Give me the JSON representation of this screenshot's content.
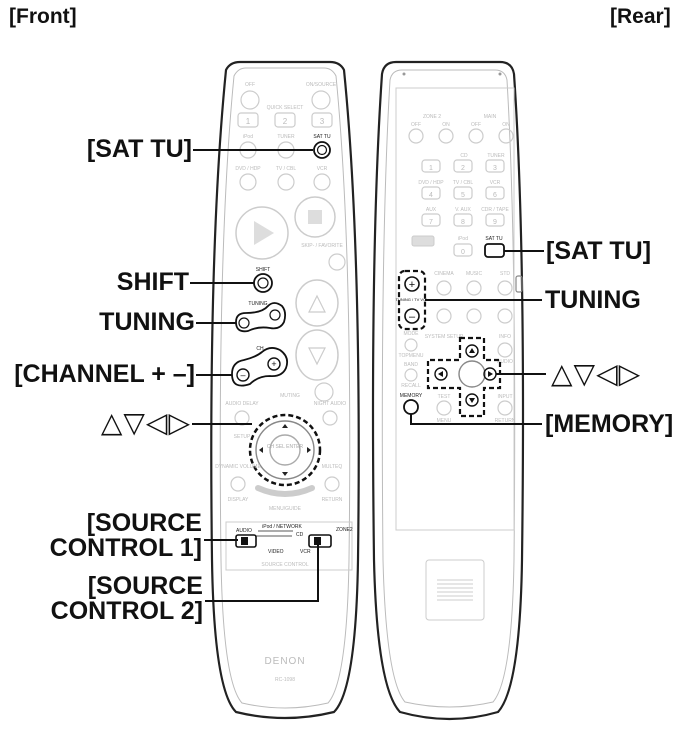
{
  "headers": {
    "front": "[Front]",
    "rear": "[Rear]"
  },
  "front_callouts": {
    "sat_tu": "[SAT TU]",
    "shift": "SHIFT",
    "tuning": "TUNING",
    "channel": "[CHANNEL + –]",
    "arrows": "△▽◁▷",
    "source1_line1": "[SOURCE",
    "source1_line2": "CONTROL 1]",
    "source2_line1": "[SOURCE",
    "source2_line2": "CONTROL 2]"
  },
  "rear_callouts": {
    "sat_tu": "[SAT TU]",
    "tuning": "TUNING",
    "arrows": "△▽◁▷",
    "memory": "[MEMORY]"
  },
  "remote_front_text": {
    "off": "OFF",
    "on_source": "ON/SOURCE",
    "quick_select": "QUICK SELECT",
    "ipod": "iPod",
    "tuner": "TUNER",
    "sat_tu": "SAT TU",
    "dvd_hdp": "DVD / HDP",
    "tv_cbl": "TV / CBL",
    "vcr": "VCR",
    "skip_favorite": "SKIP- / FAVORITE",
    "shift": "SHIFT",
    "tuning": "TUNING",
    "ch": "CH",
    "muting": "MUTING",
    "audio_delay": "AUDIO DELAY",
    "night_audio": "NIGHT AUDIO",
    "setup": "SETUP",
    "ch_sel_enter": "CH SEL ENTER",
    "dynamic_volume": "DYNAMIC VOLUME",
    "display": "DISPLAY",
    "multeq": "MULTEQ",
    "return": "RETURN",
    "menu_guide": "MENU/GUIDE",
    "audio": "AUDIO",
    "ipod_network": "iPod / NETWORK",
    "cd": "CD",
    "video": "VIDEO",
    "vcr2": "VCR",
    "source_control": "SOURCE CONTROL",
    "zone2": "ZONE2",
    "denon": "DENON",
    "model": "RC-1098",
    "btn1": "1",
    "btn2": "2",
    "btn3": "3"
  },
  "remote_rear_text": {
    "zone2": "ZONE 2",
    "main": "MAIN",
    "off": "OFF",
    "on": "ON",
    "cd": "CD",
    "tuner": "TUNER",
    "dvd_hdp": "DVD / HDP",
    "tv_cbl": "TV / CBL",
    "vcr": "VCR",
    "aux": "AUX",
    "v_aux": "V. AUX",
    "cdr_tape": "CDR / TAPE",
    "ipod": "iPod",
    "sat_tu": "SAT TU",
    "cinema": "CINEMA",
    "music": "MUSIC",
    "std": "STD",
    "tuning_tvvol": "TUNING / TV VOL",
    "mode": "MODE",
    "topmenu": "TOPMENU",
    "band": "BAND",
    "recall": "RECALL",
    "memory": "MEMORY",
    "system_setup": "SYSTEM SETUP",
    "info": "INFO",
    "audio": "AUDIO",
    "test": "TEST",
    "menu": "MENU",
    "input": "INPUT",
    "return": "RETURN",
    "n1": "1",
    "n2": "2",
    "n3": "3",
    "n4": "4",
    "n5": "5",
    "n6": "6",
    "n7": "7",
    "n8": "8",
    "n9": "9",
    "n0": "0"
  }
}
